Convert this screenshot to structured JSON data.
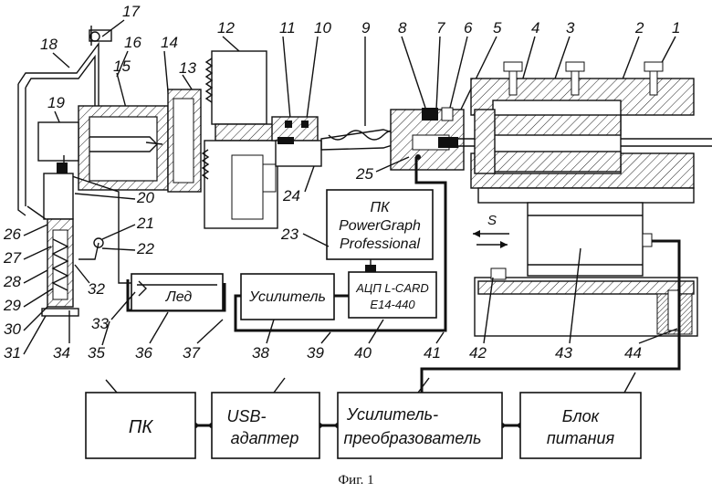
{
  "figure_caption": "Фиг. 1",
  "part_numbers": {
    "top": [
      "1",
      "2",
      "3",
      "4",
      "5",
      "6",
      "7",
      "8",
      "9",
      "10",
      "11",
      "12",
      "13",
      "14",
      "15",
      "16",
      "17",
      "18",
      "19"
    ],
    "left": [
      "26",
      "27",
      "28",
      "29",
      "30",
      "31"
    ],
    "bottom": [
      "34",
      "35",
      "36",
      "37",
      "38",
      "39",
      "40",
      "41",
      "42",
      "43",
      "44"
    ],
    "middle": [
      "20",
      "21",
      "22",
      "23",
      "24",
      "25",
      "32",
      "33"
    ]
  },
  "blocks": {
    "pc_top": [
      "ПК",
      "PowerGraph",
      "Professional"
    ],
    "ice": "Лед",
    "amplifier": "Усилитель",
    "adc": [
      "АЦП L-CARD",
      "Е14-440"
    ],
    "pc_bottom": "ПК",
    "usb_adapter": [
      "USB-",
      "адаптер"
    ],
    "amp_converter": [
      "Усилитель-",
      "преобразователь"
    ],
    "power_unit": [
      "Блок",
      "питания"
    ]
  },
  "feed_label": "S"
}
